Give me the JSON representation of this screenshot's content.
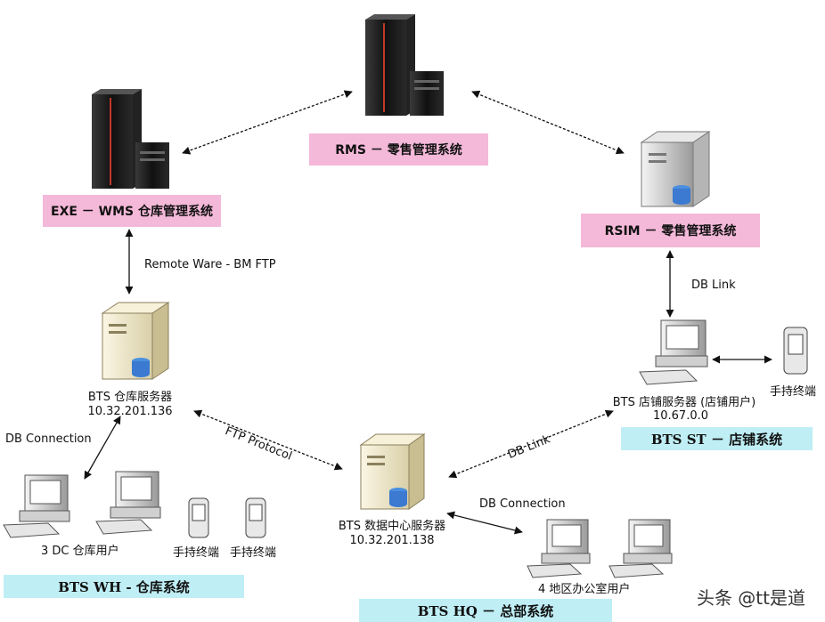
{
  "systems": {
    "rms": "RMS － 零售管理系统",
    "exe_wms": "EXE － WMS 仓库管理系统",
    "rsim": "RSIM － 零售管理系统"
  },
  "edges": {
    "remote_ware": "Remote Ware - BM FTP",
    "db_link_store": "DB Link",
    "ftp_protocol": "FTP Protocol",
    "db_link_hq": "DB Link",
    "db_connection_wh": "DB Connection",
    "db_connection_hq": "DB Connection"
  },
  "nodes": {
    "bts_wh_server": {
      "name": "BTS 仓库服务器",
      "ip": "10.32.201.136"
    },
    "bts_store_server": {
      "name": "BTS 店铺服务器 (店铺用户)",
      "ip": "10.67.0.0"
    },
    "bts_hq_server": {
      "name": "BTS 数据中心服务器",
      "ip": "10.32.201.138"
    },
    "handheld_store": "手持终端",
    "dc_users": "3 DC 仓库用户",
    "handheld_wh_1": "手持终端",
    "handheld_wh_2": "手持终端",
    "office_users": "4 地区办公室用户"
  },
  "groups": {
    "bts_st": "BTS ST － 店铺系统",
    "bts_wh": "BTS WH - 仓库系统",
    "bts_hq": "BTS HQ － 总部系统"
  },
  "watermark": "头条 @tt是道",
  "colors": {
    "pink_label": "#f4b8d8",
    "cyan_label": "#bfeef5"
  }
}
